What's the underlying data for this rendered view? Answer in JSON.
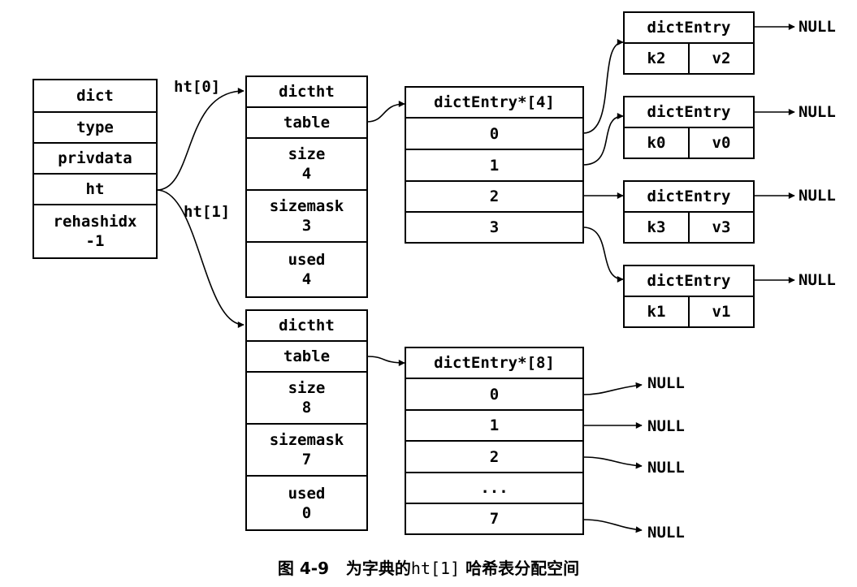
{
  "dict": {
    "title": "dict",
    "fields": [
      "type",
      "privdata",
      "ht"
    ],
    "rehashidx_label": "rehashidx",
    "rehashidx_value": "-1"
  },
  "ht_labels": [
    "ht[0]",
    "ht[1]"
  ],
  "dictht0": {
    "title": "dictht",
    "table": "table",
    "size_label": "size",
    "size": "4",
    "sizemask_label": "sizemask",
    "sizemask": "3",
    "used_label": "used",
    "used": "4"
  },
  "dictht1": {
    "title": "dictht",
    "table": "table",
    "size_label": "size",
    "size": "8",
    "sizemask_label": "sizemask",
    "sizemask": "7",
    "used_label": "used",
    "used": "0"
  },
  "array0": {
    "title": "dictEntry*[4]",
    "slots": [
      "0",
      "1",
      "2",
      "3"
    ]
  },
  "array1": {
    "title": "dictEntry*[8]",
    "slots": [
      "0",
      "1",
      "2",
      "...",
      "7"
    ]
  },
  "entries": [
    {
      "title": "dictEntry",
      "key": "k2",
      "value": "v2"
    },
    {
      "title": "dictEntry",
      "key": "k0",
      "value": "v0"
    },
    {
      "title": "dictEntry",
      "key": "k3",
      "value": "v3"
    },
    {
      "title": "dictEntry",
      "key": "k1",
      "value": "v1"
    }
  ],
  "null_text": "NULL",
  "caption": {
    "figure": "图 4-9",
    "pre": "为字典的",
    "code": "ht[1]",
    "post": "哈希表分配空间"
  }
}
